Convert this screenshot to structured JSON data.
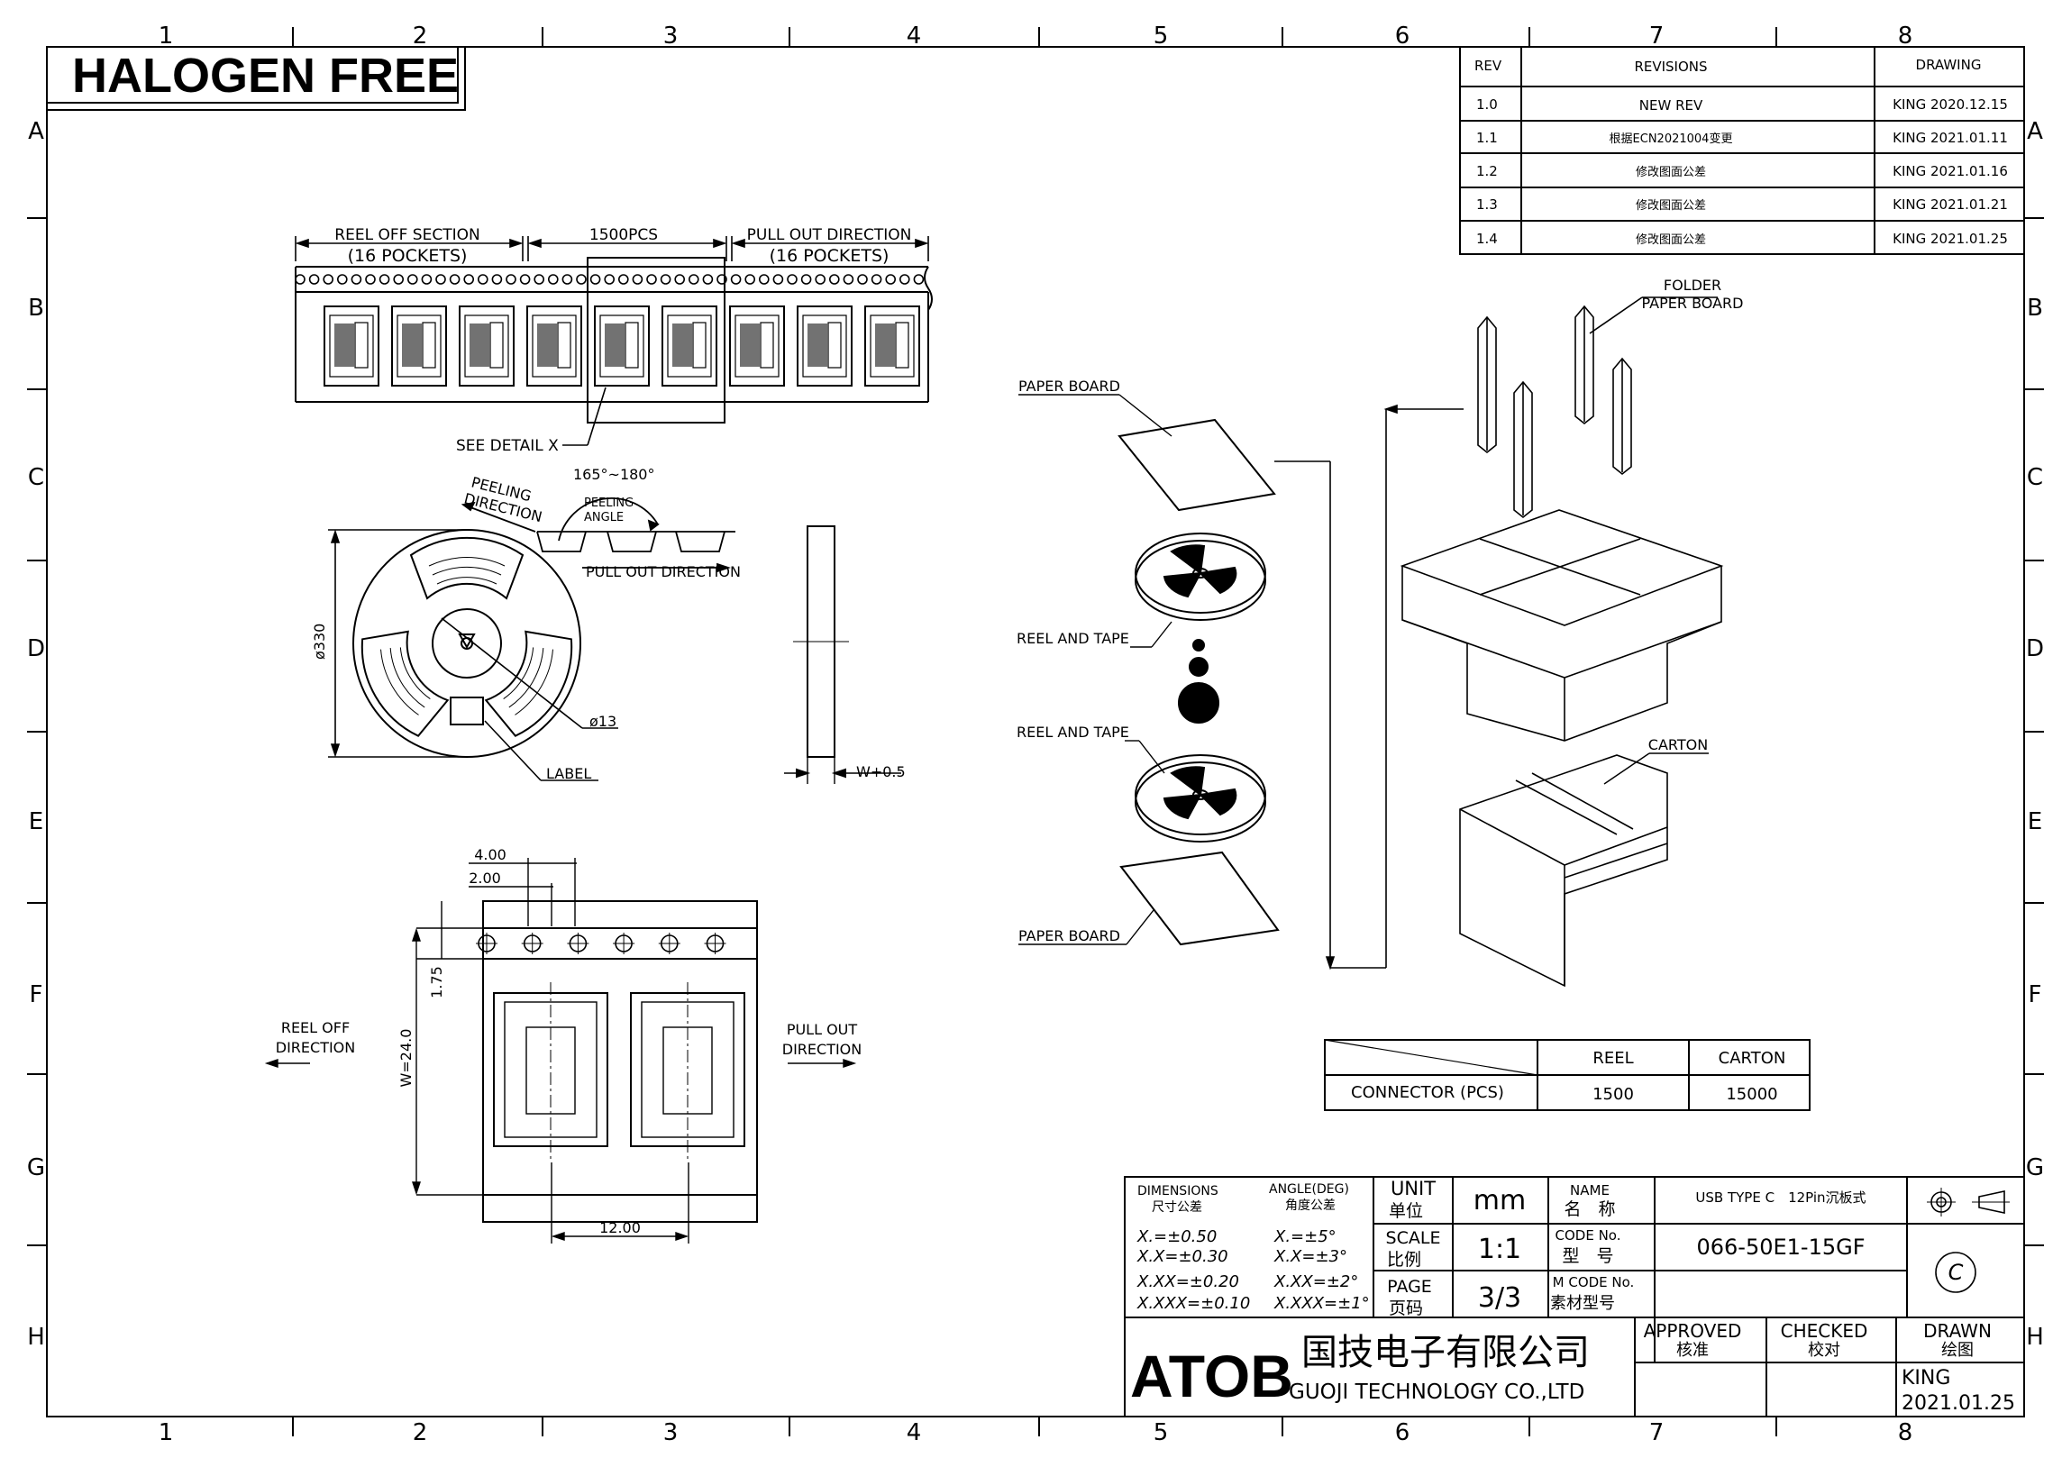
{
  "border": {
    "columns": [
      "1",
      "2",
      "3",
      "4",
      "5",
      "6",
      "7",
      "8"
    ],
    "rows": [
      "A",
      "B",
      "C",
      "D",
      "E",
      "F",
      "G",
      "H"
    ]
  },
  "banner": {
    "text": "HALOGEN FREE"
  },
  "revisions": {
    "headers": {
      "rev": "REV",
      "revisions": "REVISIONS",
      "drawing": "DRAWING"
    },
    "rows": [
      {
        "rev": "1.0",
        "desc": "NEW REV",
        "drawing": "KING 2020.12.15"
      },
      {
        "rev": "1.1",
        "desc": "根据ECN2021004变更",
        "drawing": "KING 2021.01.11"
      },
      {
        "rev": "1.2",
        "desc": "修改图面公差",
        "drawing": "KING 2021.01.16"
      },
      {
        "rev": "1.3",
        "desc": "修改图面公差",
        "drawing": "KING 2021.01.21"
      },
      {
        "rev": "1.4",
        "desc": "修改图面公差",
        "drawing": "KING 2021.01.25"
      }
    ]
  },
  "tape": {
    "reel_off_section": "REEL OFF SECTION",
    "reel_off_pockets": "(16 POCKETS)",
    "mid_qty": "1500PCS",
    "pull_out_direction": "PULL OUT DIRECTION",
    "pull_out_pockets": "(16 POCKETS)",
    "see_detail": "SEE DETAIL X"
  },
  "reel": {
    "peeling_direction_1": "PEELING",
    "peeling_direction_2": "DIRECTION",
    "peel_angle_range": "165°~180°",
    "peeling_angle_1": "PEELING",
    "peeling_angle_2": "ANGLE",
    "pull_out_direction": "PULL OUT DIRECTION",
    "diameter": "ø330",
    "hub": "ø13",
    "label": "LABEL",
    "width": "W+0.5"
  },
  "detail": {
    "dim_4": "4.00",
    "dim_2": "2.00",
    "dim_175": "1.75",
    "dim_w": "W=24.0",
    "dim_12": "12.00",
    "reel_off_1": "REEL OFF",
    "reel_off_2": "DIRECTION",
    "pull_out_1": "PULL OUT",
    "pull_out_2": "DIRECTION"
  },
  "packing": {
    "paper_board_top": "PAPER BOARD",
    "reel_tape_1": "REEL AND TAPE",
    "reel_tape_2": "REEL AND TAPE",
    "paper_board_bottom": "PAPER BOARD",
    "folder": "FOLDER",
    "folder_board": "PAPER BOARD",
    "carton": "CARTON"
  },
  "qty_table": {
    "col_reel": "REEL",
    "col_carton": "CARTON",
    "row_label": "CONNECTOR (PCS)",
    "reel_value": "1500",
    "carton_value": "15000"
  },
  "title_block": {
    "dimensions": "DIMENSIONS",
    "dimensions_cn": "尺寸公差",
    "angle": "ANGLE(DEG)",
    "angle_cn": "角度公差",
    "tol_x": "X.=±0.50",
    "tol_xx": "X.X=±0.30",
    "tol_xxx": "X.XX=±0.20",
    "tol_xxxx": "X.XXX=±0.10",
    "ang_x": "X.=±5°",
    "ang_xx": "X.X=±3°",
    "ang_xxx": "X.XX=±2°",
    "ang_xxxx": "X.XXX=±1°",
    "unit": "UNIT",
    "unit_cn": "单位",
    "unit_value": "mm",
    "scale": "SCALE",
    "scale_cn": "比例",
    "scale_value": "1:1",
    "page": "PAGE",
    "page_cn": "页码",
    "page_value": "3/3",
    "name": "NAME",
    "name_cn": "名　称",
    "product_name": "USB TYPE C　12Pin沉板式",
    "code_no": "CODE No.",
    "code_no_cn": "型　号",
    "code_value": "066-50E1-15GF",
    "m_code": "M CODE No.",
    "m_code_cn": "素材型号",
    "copyright": "C",
    "logo": "ATOB",
    "company_cn": "国技电子有限公司",
    "company_en": "GUOJI TECHNOLOGY CO.,LTD",
    "approved": "APPROVED",
    "approved_cn": "核准",
    "checked": "CHECKED",
    "checked_cn": "校对",
    "drawn": "DRAWN",
    "drawn_cn": "绘图",
    "drawn_by": "KING",
    "drawn_date": "2021.01.25"
  }
}
